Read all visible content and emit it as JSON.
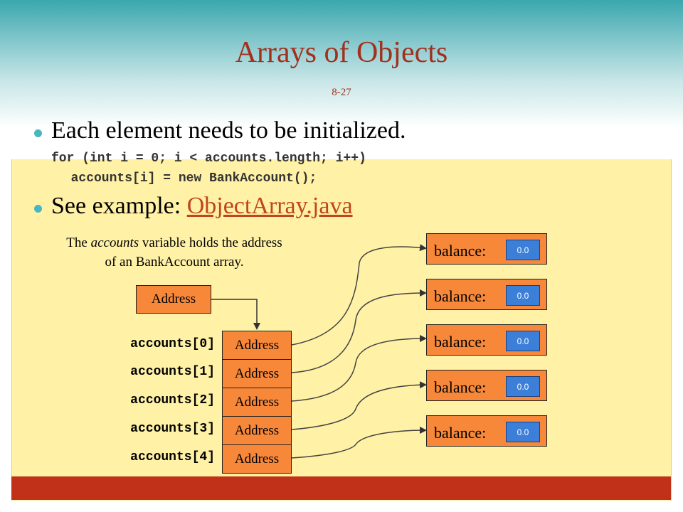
{
  "slide": {
    "title": "Arrays of Objects",
    "slide_number": "8-27"
  },
  "bullets": [
    {
      "text": "Each element needs to be initialized.",
      "code": [
        "for (int i = 0; i < accounts.length; i++)",
        "  accounts[i] = new BankAccount();"
      ]
    },
    {
      "text": "See example: ",
      "link": "ObjectArray.java"
    }
  ],
  "caption": {
    "line1_before": "The ",
    "line1_em": "accounts",
    "line1_after": " variable holds the address",
    "line2": "of an BankAccount array."
  },
  "variable_box": {
    "label": "Address"
  },
  "array": [
    {
      "index_label": "accounts[0]",
      "cell": "Address"
    },
    {
      "index_label": "accounts[1]",
      "cell": "Address"
    },
    {
      "index_label": "accounts[2]",
      "cell": "Address"
    },
    {
      "index_label": "accounts[3]",
      "cell": "Address"
    },
    {
      "index_label": "accounts[4]",
      "cell": "Address"
    }
  ],
  "objects": [
    {
      "field": "balance:",
      "value": "0.0"
    },
    {
      "field": "balance:",
      "value": "0.0"
    },
    {
      "field": "balance:",
      "value": "0.0"
    },
    {
      "field": "balance:",
      "value": "0.0"
    },
    {
      "field": "balance:",
      "value": "0.0"
    }
  ],
  "colors": {
    "title": "#a2301d",
    "panel": "#fff1a6",
    "box_fill": "#f7883a",
    "value_fill": "#3c7fd9",
    "footer": "#c1311a",
    "bullet": "#4ab6c0"
  }
}
